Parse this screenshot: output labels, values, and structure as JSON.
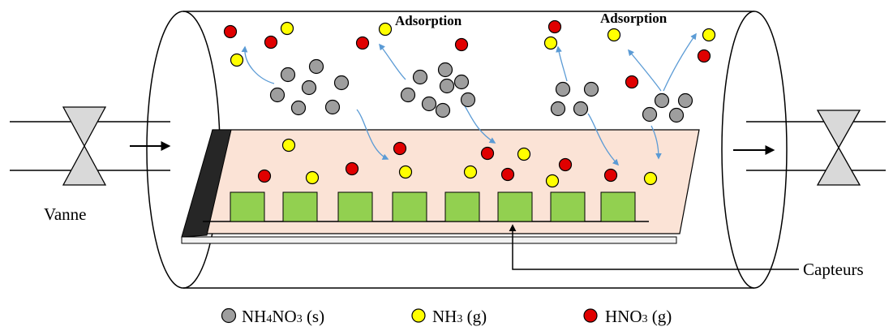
{
  "labels": {
    "adsorption_left": "Adsorption",
    "adsorption_right": "Adsorption",
    "valve": "Vanne",
    "sensors": "Capteurs"
  },
  "legend": {
    "items": [
      {
        "color": "#9e9e9e",
        "prefix": "NH",
        "sub1": "4",
        "mid": "NO",
        "sub2": "3",
        "suffix": " (s)"
      },
      {
        "color": "#ffff00",
        "prefix": "NH",
        "sub1": "3",
        "mid": "",
        "sub2": "",
        "suffix": " (g)"
      },
      {
        "color": "#e00000",
        "prefix": "HNO",
        "sub1": "3",
        "mid": "",
        "sub2": "",
        "suffix": " (g)"
      }
    ]
  },
  "colors": {
    "ammonium_nitrate": "#9e9e9e",
    "ammonia": "#ffff00",
    "nitric_acid": "#e00000",
    "plate": "#fbe3d6",
    "sensor": "#92d050",
    "arrow": "#5b9bd5"
  }
}
